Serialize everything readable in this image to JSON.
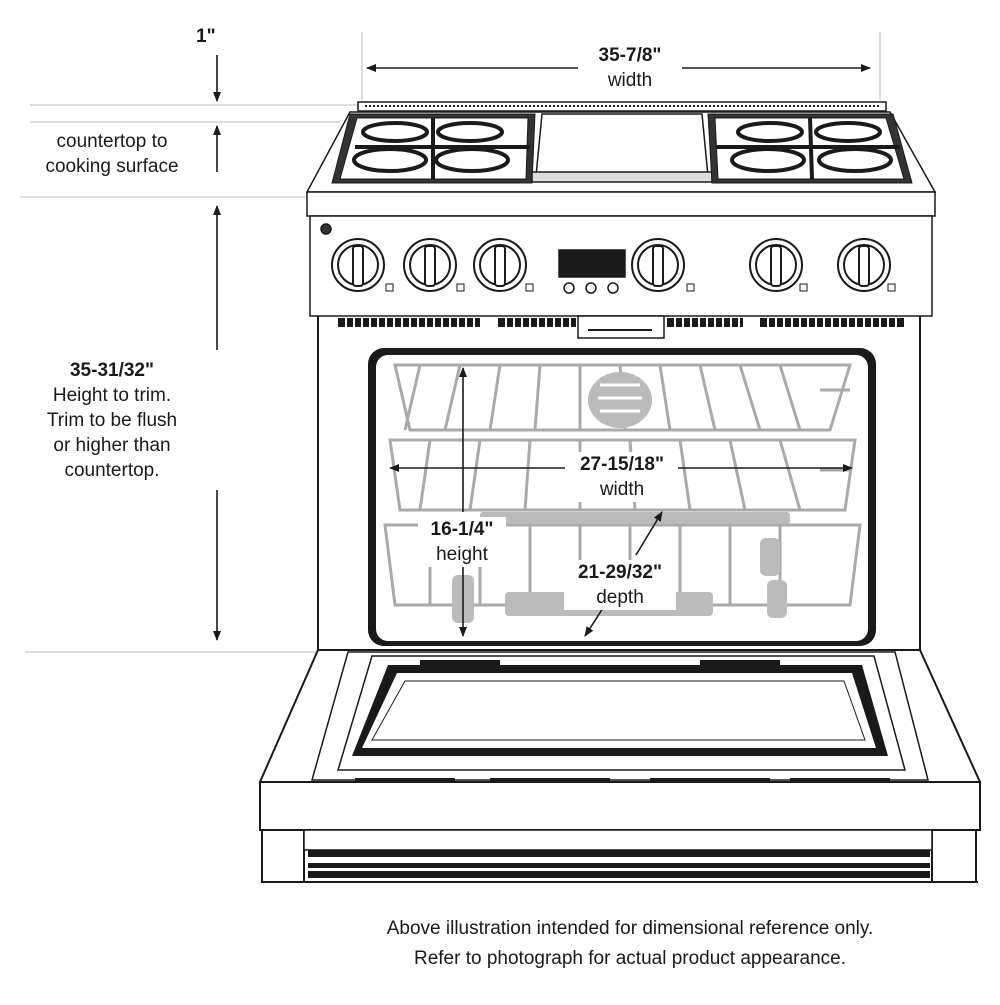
{
  "top_clearance": {
    "value": "1\"",
    "label_line1": "countertop to",
    "label_line2": "cooking surface"
  },
  "overall_width": {
    "value": "35-7/8\"",
    "label": "width"
  },
  "height_to_trim": {
    "value": "35-31/32\"",
    "lines": [
      "Height to trim.",
      "Trim to be flush",
      "or higher than",
      "countertop."
    ]
  },
  "oven_width": {
    "value": "27-15/18\"",
    "label": "width"
  },
  "oven_height": {
    "value": "16-1/4\"",
    "label": "height"
  },
  "oven_depth": {
    "value": "21-29/32\"",
    "label": "depth"
  },
  "footnote": {
    "line1": "Above illustration intended for dimensional reference only.",
    "line2": "Refer to photograph for actual product appearance."
  }
}
